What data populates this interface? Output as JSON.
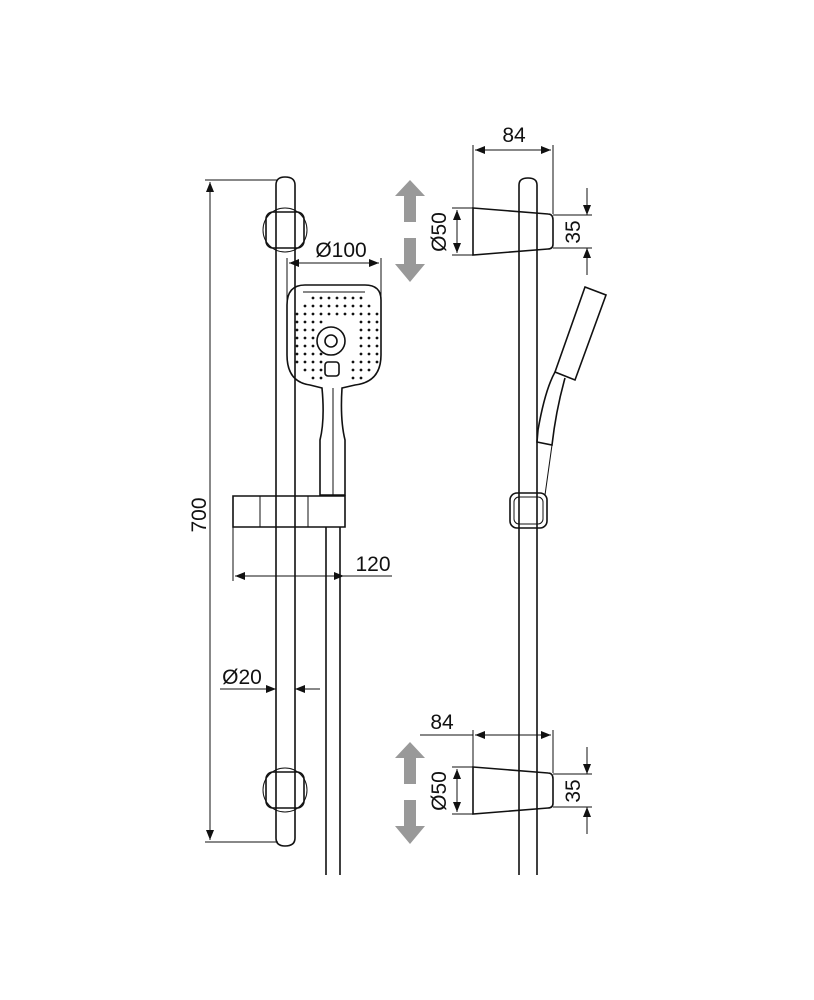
{
  "front_view": {
    "height_label": "700",
    "head_diameter_label": "Ø100",
    "holder_projection_label": "120",
    "rail_diameter_label": "Ø20"
  },
  "side_view": {
    "top_bracket": {
      "depth_label": "84",
      "diameter_label": "Ø50",
      "height_label": "35"
    },
    "bottom_bracket": {
      "depth_label": "84",
      "diameter_label": "Ø50",
      "height_label": "35"
    }
  },
  "colors": {
    "line": "#111111",
    "arrow": "#999999"
  }
}
